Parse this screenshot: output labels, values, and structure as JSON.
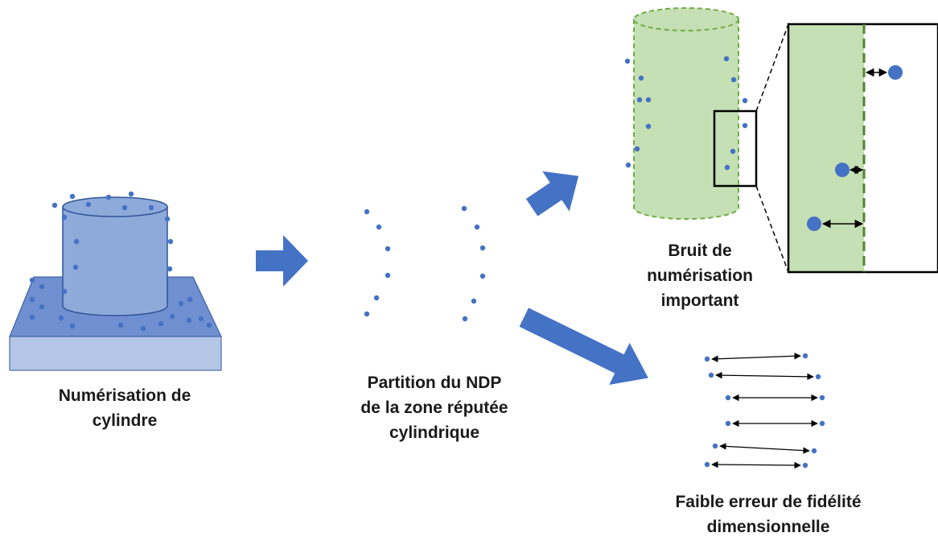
{
  "captions": {
    "scan": [
      "Numérisation de",
      "cylindre"
    ],
    "partition": [
      "Partition du NDP",
      "de la zone réputée",
      "cylindrique"
    ],
    "noise": [
      "Bruit de",
      "numérisation",
      "important"
    ],
    "low_error": [
      "Faible erreur de fidélité",
      "dimensionnelle"
    ]
  },
  "colors": {
    "point": "#4472c4",
    "arrow": "#4472c4",
    "cylinder_fill": "#8eaadb",
    "plate_top": "#6f8fd0",
    "plate_side": "#b4c7e7",
    "cylinder_outline": "#2f5597",
    "noise_cylinder_fill": "#c5e0b4",
    "noise_cylinder_outline": "#70ad47",
    "measure_line": "#000000"
  }
}
